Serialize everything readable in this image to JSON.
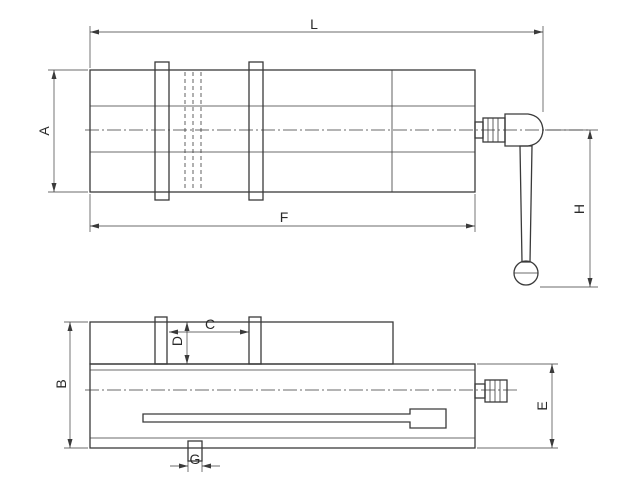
{
  "dimension_labels": {
    "L": "L",
    "A": "A",
    "F": "F",
    "H": "H",
    "C": "C",
    "D": "D",
    "B": "B",
    "E": "E",
    "G": "G"
  },
  "colors": {
    "line": "#3a3a3a",
    "background": "#ffffff"
  }
}
